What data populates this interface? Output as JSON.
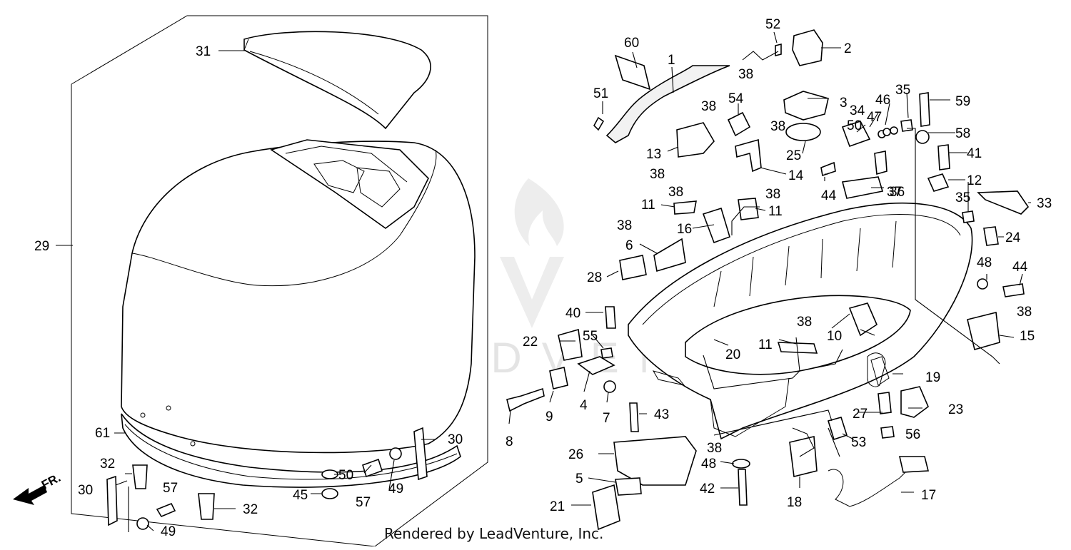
{
  "watermark": "LEADVENTURE",
  "footer": "Rendered by LeadVenture, Inc.",
  "direction_label": "FR.",
  "callouts": [
    {
      "id": "c29",
      "text": "29"
    },
    {
      "id": "c31",
      "text": "31"
    },
    {
      "id": "c61",
      "text": "61"
    },
    {
      "id": "c30a",
      "text": "30"
    },
    {
      "id": "c30b",
      "text": "30"
    },
    {
      "id": "c32a",
      "text": "32"
    },
    {
      "id": "c32b",
      "text": "32"
    },
    {
      "id": "c57a",
      "text": "57"
    },
    {
      "id": "c57b",
      "text": "57"
    },
    {
      "id": "c49a",
      "text": "49"
    },
    {
      "id": "c49b",
      "text": "49"
    },
    {
      "id": "c50",
      "text": "50"
    },
    {
      "id": "c45",
      "text": "45"
    },
    {
      "id": "c60",
      "text": "60"
    },
    {
      "id": "c1",
      "text": "1"
    },
    {
      "id": "c51",
      "text": "51"
    },
    {
      "id": "c52",
      "text": "52"
    },
    {
      "id": "c2",
      "text": "2"
    },
    {
      "id": "c38a",
      "text": "38"
    },
    {
      "id": "c38b",
      "text": "38"
    },
    {
      "id": "c38c",
      "text": "38"
    },
    {
      "id": "c38d",
      "text": "38"
    },
    {
      "id": "c38e",
      "text": "38"
    },
    {
      "id": "c38f",
      "text": "38"
    },
    {
      "id": "c38g",
      "text": "38"
    },
    {
      "id": "c38h",
      "text": "38"
    },
    {
      "id": "c38i",
      "text": "38"
    },
    {
      "id": "c38j",
      "text": "38"
    },
    {
      "id": "c3",
      "text": "3"
    },
    {
      "id": "c54",
      "text": "54"
    },
    {
      "id": "c13",
      "text": "13"
    },
    {
      "id": "c14",
      "text": "14"
    },
    {
      "id": "c25",
      "text": "25"
    },
    {
      "id": "c34",
      "text": "34"
    },
    {
      "id": "c47",
      "text": "47"
    },
    {
      "id": "c50b",
      "text": "50"
    },
    {
      "id": "c46",
      "text": "46"
    },
    {
      "id": "c35a",
      "text": "35"
    },
    {
      "id": "c35b",
      "text": "35"
    },
    {
      "id": "c59",
      "text": "59"
    },
    {
      "id": "c58",
      "text": "58"
    },
    {
      "id": "c41",
      "text": "41"
    },
    {
      "id": "c12",
      "text": "12"
    },
    {
      "id": "c36",
      "text": "36"
    },
    {
      "id": "c44a",
      "text": "44"
    },
    {
      "id": "c44b",
      "text": "44"
    },
    {
      "id": "c37",
      "text": "37"
    },
    {
      "id": "c33",
      "text": "33"
    },
    {
      "id": "c24",
      "text": "24"
    },
    {
      "id": "c11a",
      "text": "11"
    },
    {
      "id": "c11b",
      "text": "11"
    },
    {
      "id": "c11c",
      "text": "11"
    },
    {
      "id": "c16",
      "text": "16"
    },
    {
      "id": "c6",
      "text": "6"
    },
    {
      "id": "c28",
      "text": "28"
    },
    {
      "id": "c48a",
      "text": "48"
    },
    {
      "id": "c48b",
      "text": "48"
    },
    {
      "id": "c15",
      "text": "15"
    },
    {
      "id": "c40",
      "text": "40"
    },
    {
      "id": "c22",
      "text": "22"
    },
    {
      "id": "c55",
      "text": "55"
    },
    {
      "id": "c10",
      "text": "10"
    },
    {
      "id": "c20",
      "text": "20"
    },
    {
      "id": "c19",
      "text": "19"
    },
    {
      "id": "c9",
      "text": "9"
    },
    {
      "id": "c4",
      "text": "4"
    },
    {
      "id": "c7",
      "text": "7"
    },
    {
      "id": "c8",
      "text": "8"
    },
    {
      "id": "c43",
      "text": "43"
    },
    {
      "id": "c27",
      "text": "27"
    },
    {
      "id": "c23",
      "text": "23"
    },
    {
      "id": "c56",
      "text": "56"
    },
    {
      "id": "c53",
      "text": "53"
    },
    {
      "id": "c26",
      "text": "26"
    },
    {
      "id": "c5",
      "text": "5"
    },
    {
      "id": "c42",
      "text": "42"
    },
    {
      "id": "c18",
      "text": "18"
    },
    {
      "id": "c17",
      "text": "17"
    },
    {
      "id": "c21",
      "text": "21"
    }
  ]
}
